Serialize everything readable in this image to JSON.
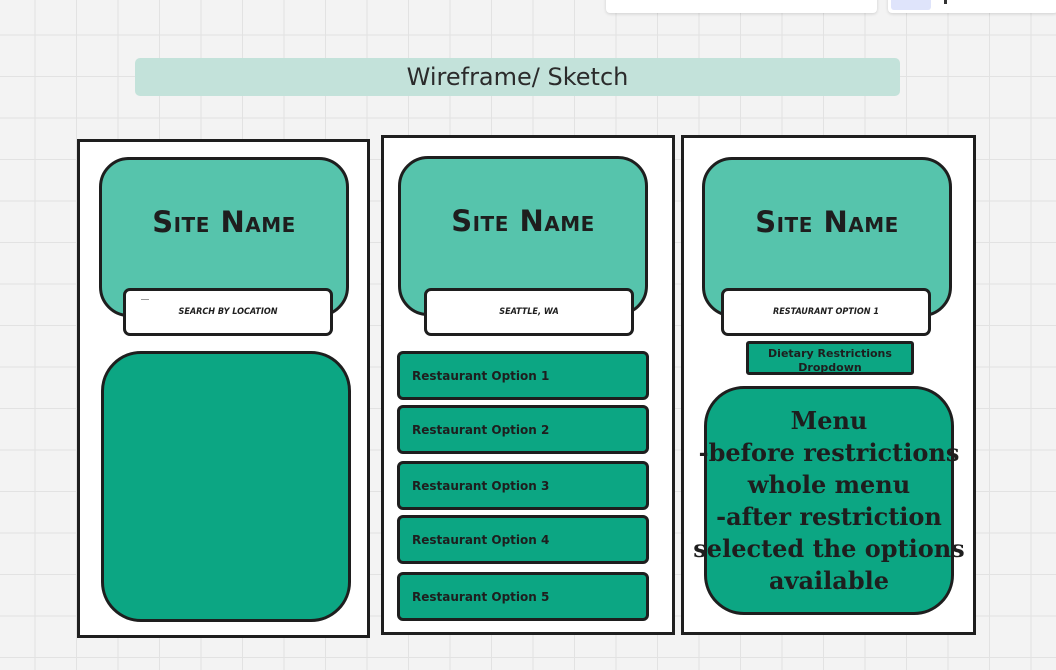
{
  "board": {
    "title": "Wireframe/ Sketch"
  },
  "frames": [
    {
      "site_name": "Site Name",
      "search_label": "Search by location"
    },
    {
      "site_name": "Site Name",
      "location_label": "Seattle, WA",
      "options": [
        "Restaurant Option 1",
        "Restaurant Option 2",
        "Restaurant Option 3",
        "Restaurant Option 4",
        "Restaurant Option 5"
      ]
    },
    {
      "site_name": "Site Name",
      "restaurant_label": "Restaurant Option 1",
      "dietary_label": "Dietary Restrictions Dropdown",
      "menu_lines": [
        "Menu",
        "-before restrictions",
        "whole menu",
        "-after restriction",
        "selected the options",
        "available"
      ]
    }
  ],
  "colors": {
    "header": "#56c4ac",
    "panel": "#0ca683",
    "banner": "#c3e2da",
    "outline": "#1e1e1e"
  }
}
